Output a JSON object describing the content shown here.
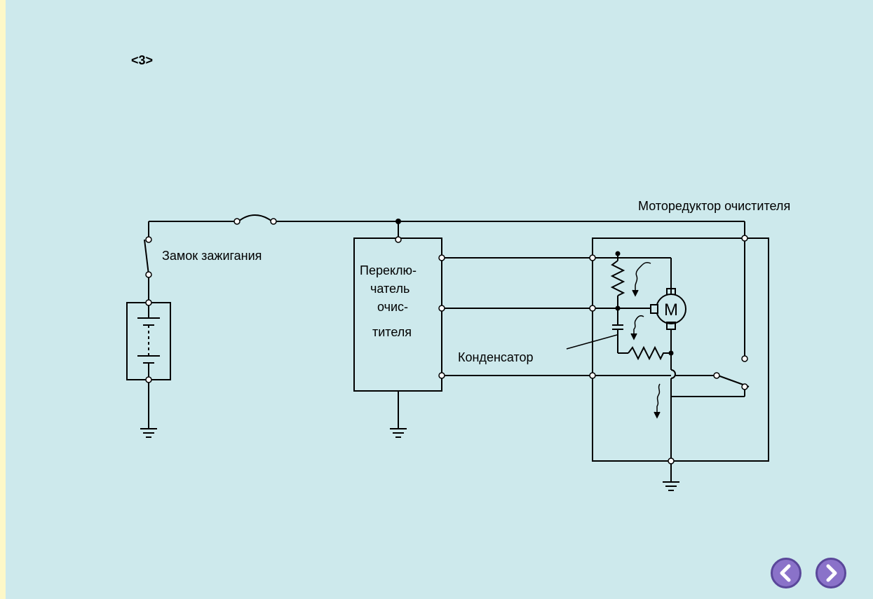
{
  "page": {
    "number_label": "<3>"
  },
  "diagram": {
    "labels": {
      "ignition": "Замок зажигания",
      "switch_line1": "Переклю-",
      "switch_line2": "чатель",
      "switch_line3": "очис-",
      "switch_line4": "тителя",
      "capacitor": "Конденсатор",
      "motor_unit": "Моторедуктор очистителя",
      "motor_letter": "M"
    }
  },
  "navigation": {
    "prev_icon": "chevron-left-icon",
    "next_icon": "chevron-right-icon"
  },
  "colors": {
    "background": "#cde9ec",
    "border": "#fdf8c8",
    "nav": "#8a72c9"
  }
}
